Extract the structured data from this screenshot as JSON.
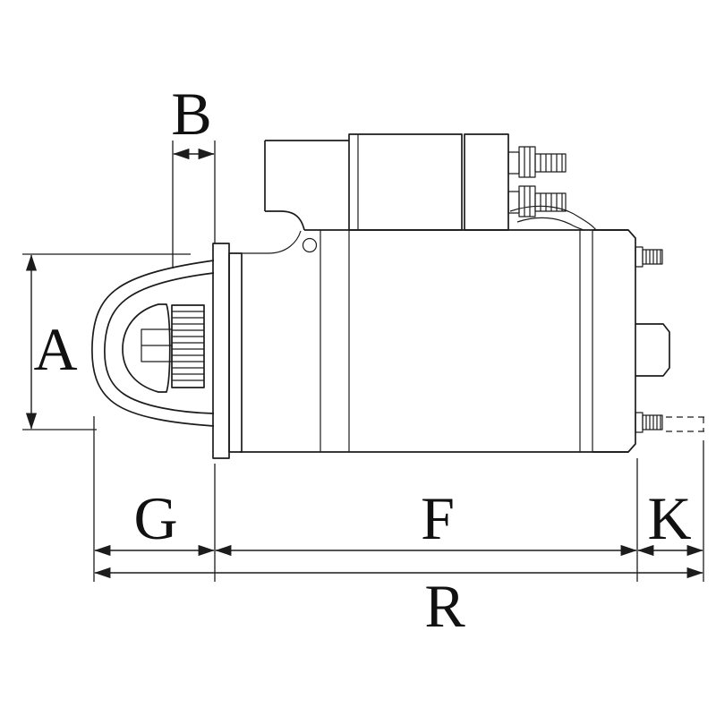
{
  "canvas": {
    "background": "#ffffff",
    "line_color": "#1c1c1c"
  },
  "drawing": {
    "subject": "starter-motor-side-view-dimension-drawing",
    "labels": {
      "A": "A",
      "B": "B",
      "G": "G",
      "F": "F",
      "K": "K",
      "R": "R"
    }
  }
}
